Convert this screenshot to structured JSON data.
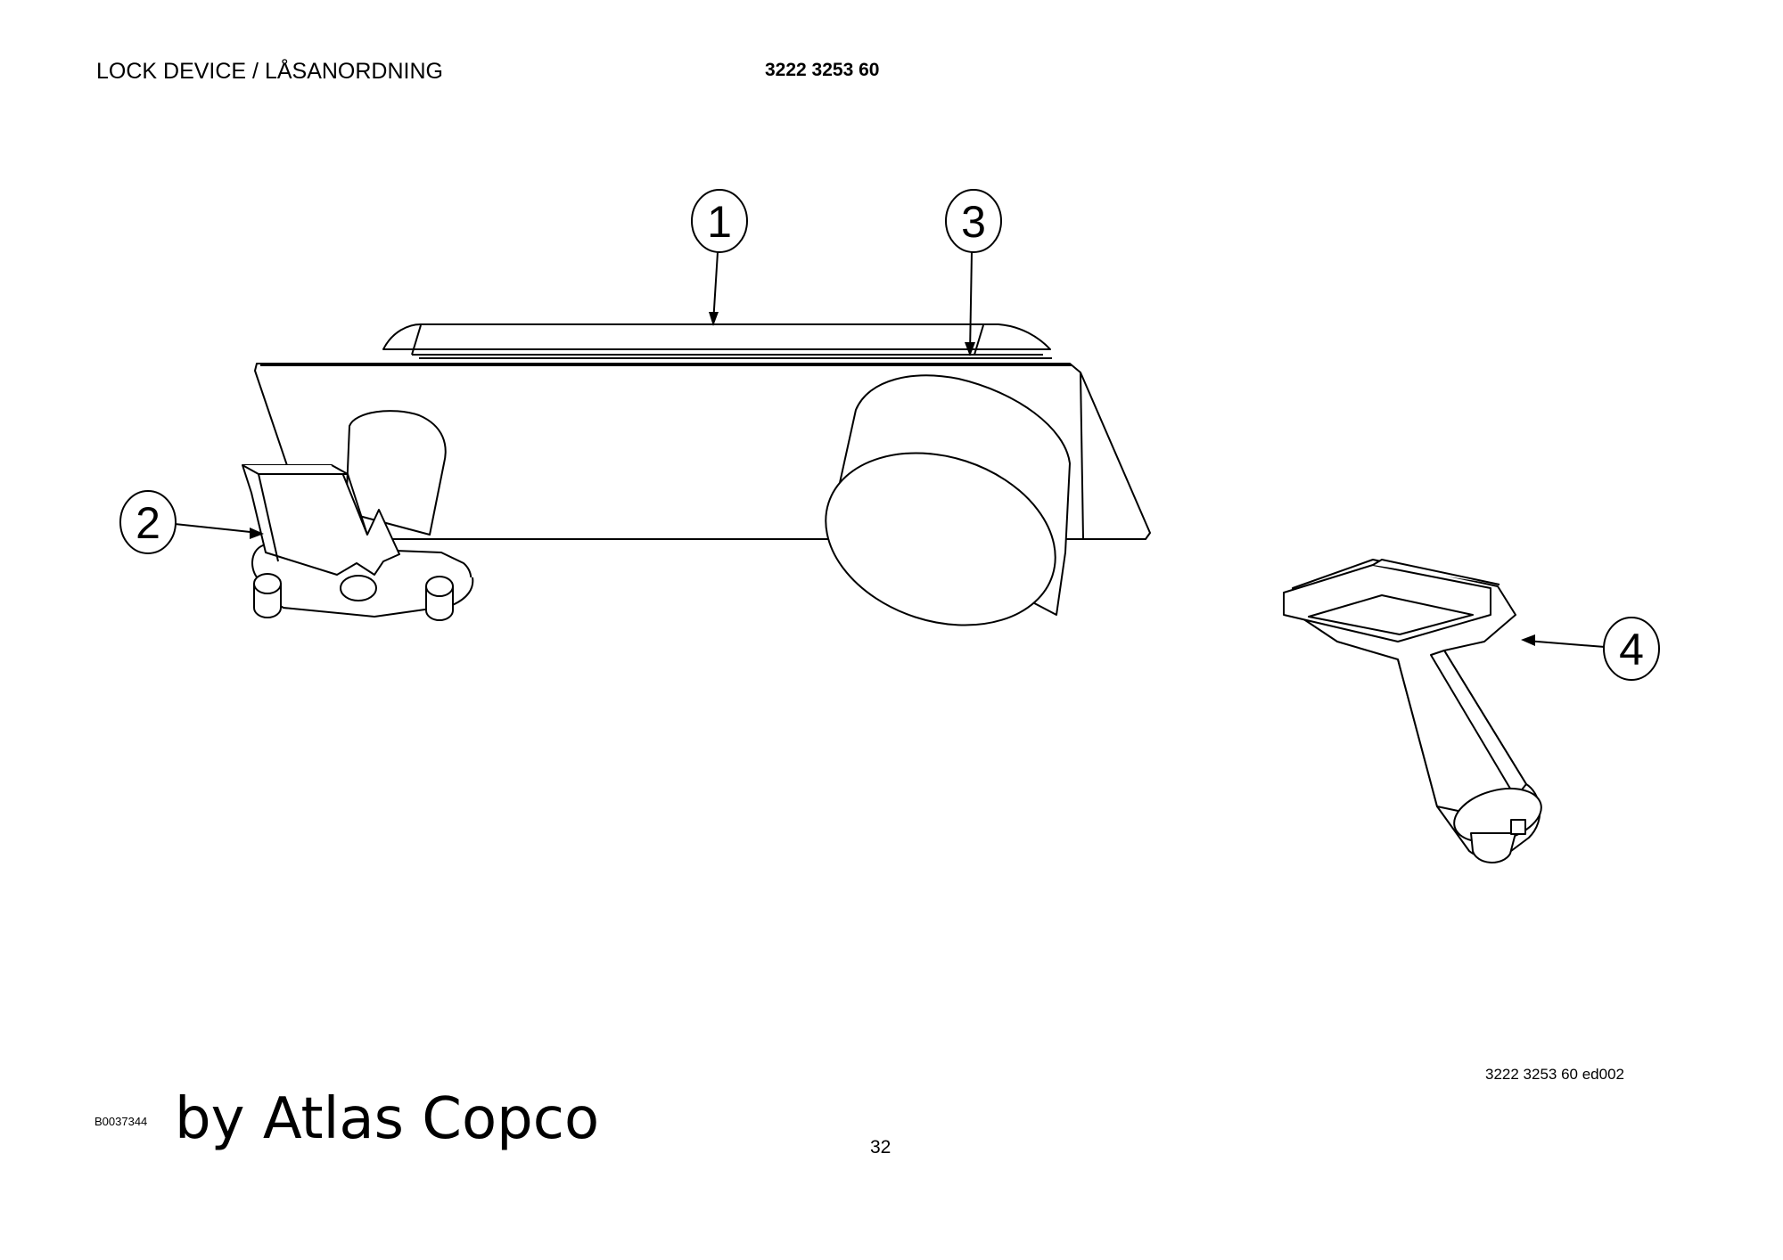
{
  "header": {
    "title": "LOCK DEVICE / LÅSANORDNING",
    "part_number": "3222 3253 60"
  },
  "diagram": {
    "callouts": [
      {
        "label": "1"
      },
      {
        "label": "2"
      },
      {
        "label": "3"
      },
      {
        "label": "4"
      }
    ]
  },
  "footer": {
    "edition": "3222 3253 60 ed002",
    "doc_ref": "B0037344",
    "watermark": "by Atlas Copco",
    "page_number": "32"
  }
}
